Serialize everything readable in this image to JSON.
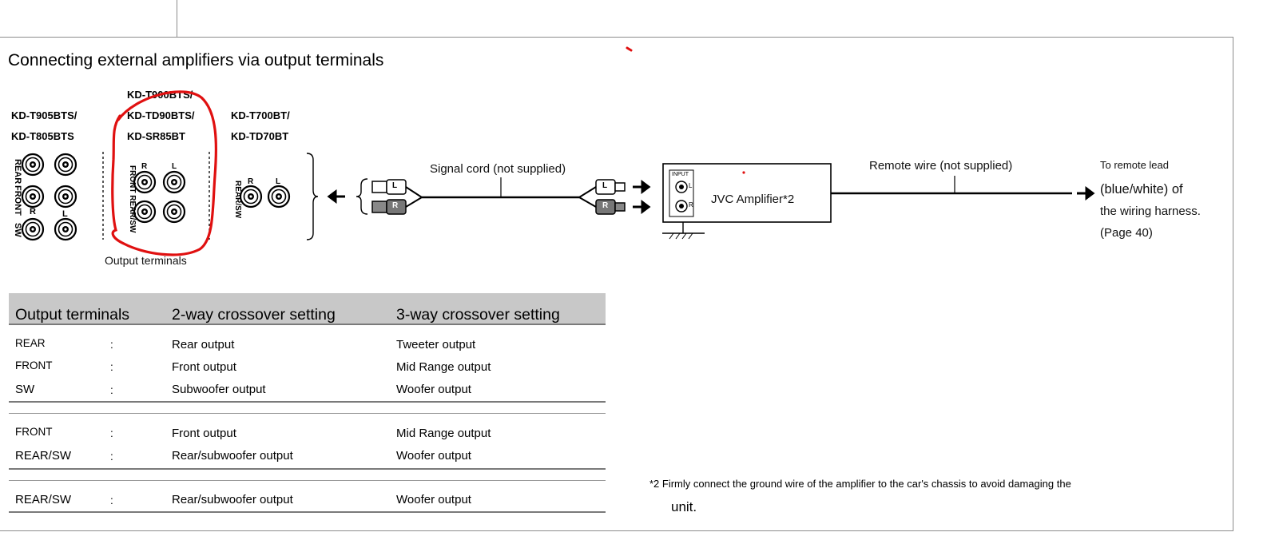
{
  "page": {
    "title": "Connecting external amplifiers via output terminals"
  },
  "models": {
    "group1": [
      "KD-T905BTS/",
      "KD-T805BTS"
    ],
    "group2": [
      "KD-T900BTS/",
      "KD-TD90BTS/",
      "KD-SR85BT"
    ],
    "group3": [
      "KD-T700BT/",
      "KD-TD70BT"
    ]
  },
  "terminal_labels": {
    "rear": "REAR",
    "front": "FRONT",
    "sw": "SW",
    "front_rear_sw": "FRONT REAR/SW",
    "rear_sw": "REAR/SW",
    "r": "R",
    "l": "L"
  },
  "diagram": {
    "output_terminals_caption": "Output terminals",
    "signal_cord": "Signal cord (not supplied)",
    "amplifier": "JVC Amplifier*2",
    "amp_input": "INPUT",
    "remote_wire": "Remote wire (not supplied)",
    "remote_lead": [
      "To remote lead",
      "(blue/white) of",
      "the wiring harness.",
      "(Page 40)"
    ]
  },
  "table": {
    "headers": [
      "Output terminals",
      "2-way crossover setting",
      "3-way crossover setting"
    ],
    "separator": ":",
    "groups": [
      [
        {
          "terminal": "REAR",
          "two_way": "Rear output",
          "three_way": "Tweeter output"
        },
        {
          "terminal": "FRONT",
          "two_way": "Front output",
          "three_way": "Mid Range output"
        },
        {
          "terminal": "SW",
          "two_way": "Subwoofer output",
          "three_way": "Woofer output"
        }
      ],
      [
        {
          "terminal": "FRONT",
          "two_way": "Front output",
          "three_way": "Mid Range output"
        },
        {
          "terminal": "REAR/SW",
          "two_way": "Rear/subwoofer output",
          "three_way": "Woofer output"
        }
      ],
      [
        {
          "terminal": "REAR/SW",
          "two_way": "Rear/subwoofer output",
          "three_way": "Woofer output"
        }
      ]
    ]
  },
  "footnote": {
    "line1": "*2 Firmly connect the ground wire of the amplifier to the car's chassis to avoid damaging the",
    "line2": "unit."
  },
  "colors": {
    "annotation_red": "#e01010",
    "table_header_bg": "#c8c8c8",
    "frame_border": "#8c8c8c"
  }
}
